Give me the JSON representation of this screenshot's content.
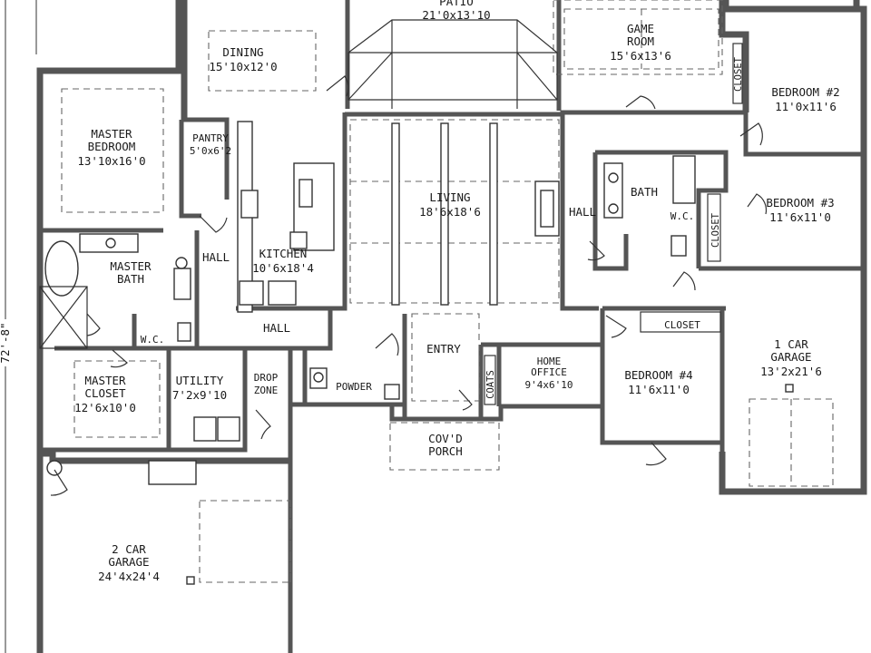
{
  "overall_dimension": "72'-8\"",
  "rooms": {
    "patio": {
      "name": "PATIO",
      "size": "21'0x13'10"
    },
    "dining": {
      "name": "DINING",
      "size": "15'10x12'0"
    },
    "game_room": {
      "name_line1": "GAME",
      "name_line2": "ROOM",
      "size": "15'6x13'6"
    },
    "bedroom_2": {
      "name": "BEDROOM #2",
      "size": "11'0x11'6"
    },
    "master_bedroom": {
      "name_line1": "MASTER",
      "name_line2": "BEDROOM",
      "size": "13'10x16'0"
    },
    "pantry": {
      "name": "PANTRY",
      "size": "5'0x6'2"
    },
    "living": {
      "name": "LIVING",
      "size": "18'6x18'6"
    },
    "bath": {
      "name": "BATH"
    },
    "bedroom_3": {
      "name": "BEDROOM #3",
      "size": "11'6x11'0"
    },
    "master_bath": {
      "name_line1": "MASTER",
      "name_line2": "BATH"
    },
    "kitchen": {
      "name": "KITCHEN",
      "size": "10'6x18'4"
    },
    "master_wc": {
      "name": "W.C."
    },
    "bath_wc": {
      "name": "W.C."
    },
    "master_closet": {
      "name_line1": "MASTER",
      "name_line2": "CLOSET",
      "size": "12'6x10'0"
    },
    "utility": {
      "name": "UTILITY",
      "size": "7'2x9'10"
    },
    "drop_zone": {
      "name_line1": "DROP",
      "name_line2": "ZONE"
    },
    "powder": {
      "name": "POWDER"
    },
    "entry": {
      "name": "ENTRY"
    },
    "coats": {
      "name": "COATS"
    },
    "home_office": {
      "name_line1": "HOME",
      "name_line2": "OFFICE",
      "size": "9'4x6'10"
    },
    "bedroom_4": {
      "name": "BEDROOM #4",
      "size": "11'6x11'0"
    },
    "garage_1": {
      "name_line1": "1 CAR",
      "name_line2": "GARAGE",
      "size": "13'2x21'6"
    },
    "garage_2": {
      "name_line1": "2 CAR",
      "name_line2": "GARAGE",
      "size": "24'4x24'4"
    },
    "covd_porch": {
      "name_line1": "COV'D",
      "name_line2": "PORCH"
    },
    "hall_left": {
      "name": "HALL"
    },
    "hall_center": {
      "name": "HALL"
    },
    "hall_right": {
      "name": "HALL"
    },
    "closet_top": {
      "name": "CLOSET"
    },
    "closet_mid": {
      "name": "CLOSET"
    },
    "closet_bed4": {
      "name": "CLOSET"
    }
  }
}
